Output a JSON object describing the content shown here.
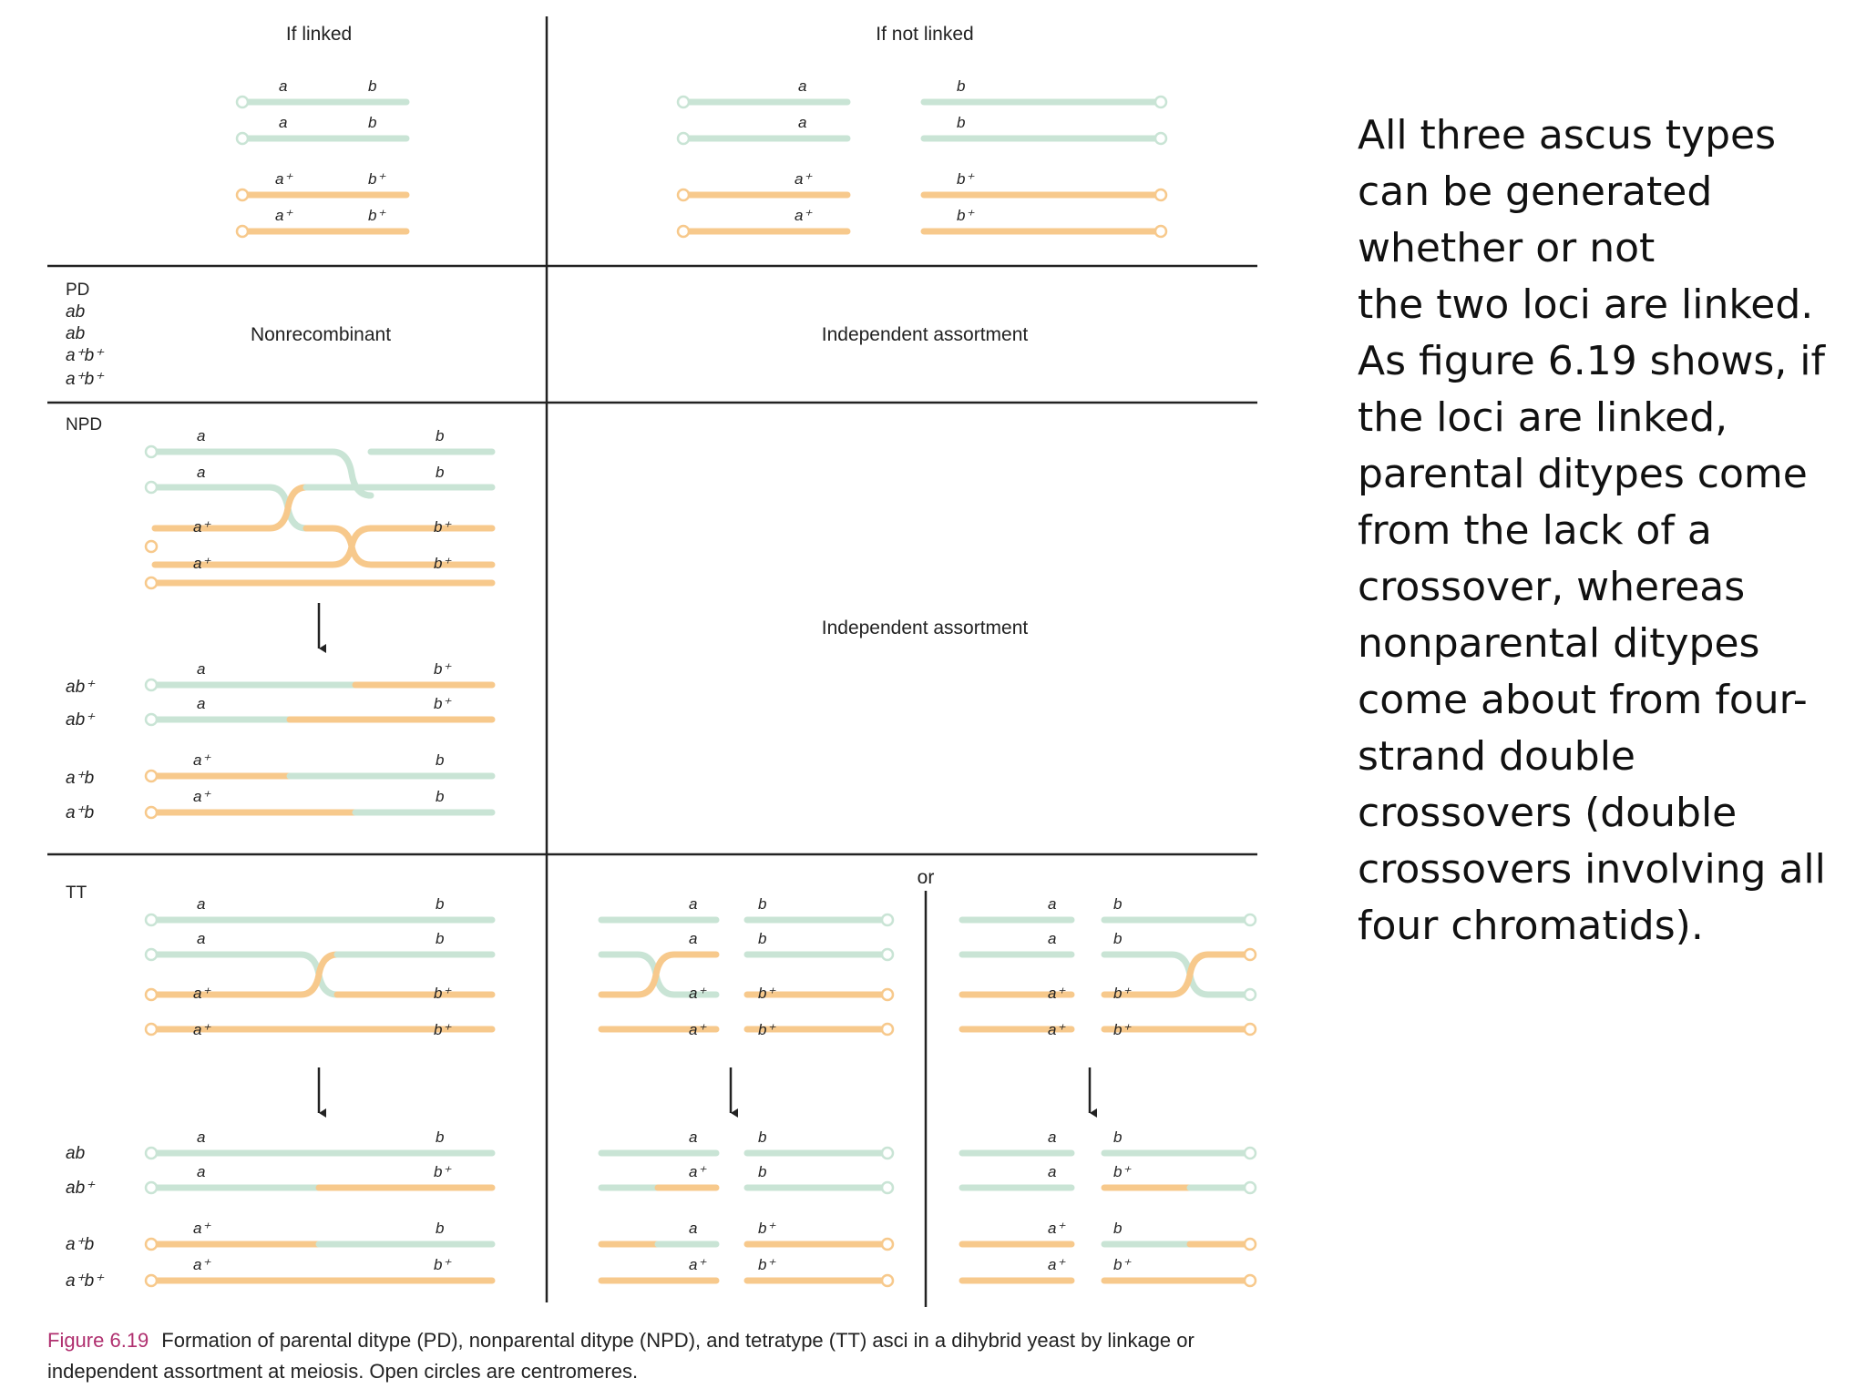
{
  "columns": {
    "linked": "If linked",
    "not_linked": "If not linked",
    "or_label": "or"
  },
  "rows": {
    "pd": {
      "label": "PD",
      "genotypes": [
        "ab",
        "ab",
        "a⁺b⁺",
        "a⁺b⁺"
      ],
      "linked_result": "Nonrecombinant",
      "unlinked_result": "Independent assortment"
    },
    "npd": {
      "label": "NPD",
      "genotypes": [
        "ab⁺",
        "ab⁺",
        "a⁺b",
        "a⁺b"
      ],
      "unlinked_result": "Independent assortment"
    },
    "tt": {
      "label": "TT",
      "genotypes": [
        "ab",
        "ab⁺",
        "a⁺b",
        "a⁺b⁺"
      ]
    }
  },
  "alleles": {
    "a": "a",
    "b": "b",
    "a_plus": "a⁺",
    "b_plus": "b⁺"
  },
  "colors": {
    "green_strand": "#c9e4d5",
    "orange_strand": "#f7c98c",
    "lines": "#222222",
    "caption_accent": "#b0306f"
  },
  "caption": {
    "figure_number": "Figure 6.19",
    "text": "Formation of parental ditype (PD), nonparental ditype (NPD), and tetratype (TT) asci in a dihybrid yeast by linkage or independent assortment at meiosis. Open circles are centromeres."
  },
  "side_text": [
    "All three ascus types",
    "can be generated",
    "whether or not",
    "the two loci are linked.",
    "As figure 6.19 shows, if",
    "the loci are linked,",
    "parental ditypes come",
    "from the lack of a",
    "crossover, whereas",
    "nonparental ditypes",
    "come about from four-",
    "strand double",
    "crossovers (double",
    "crossovers involving all",
    "four chromatids)."
  ]
}
